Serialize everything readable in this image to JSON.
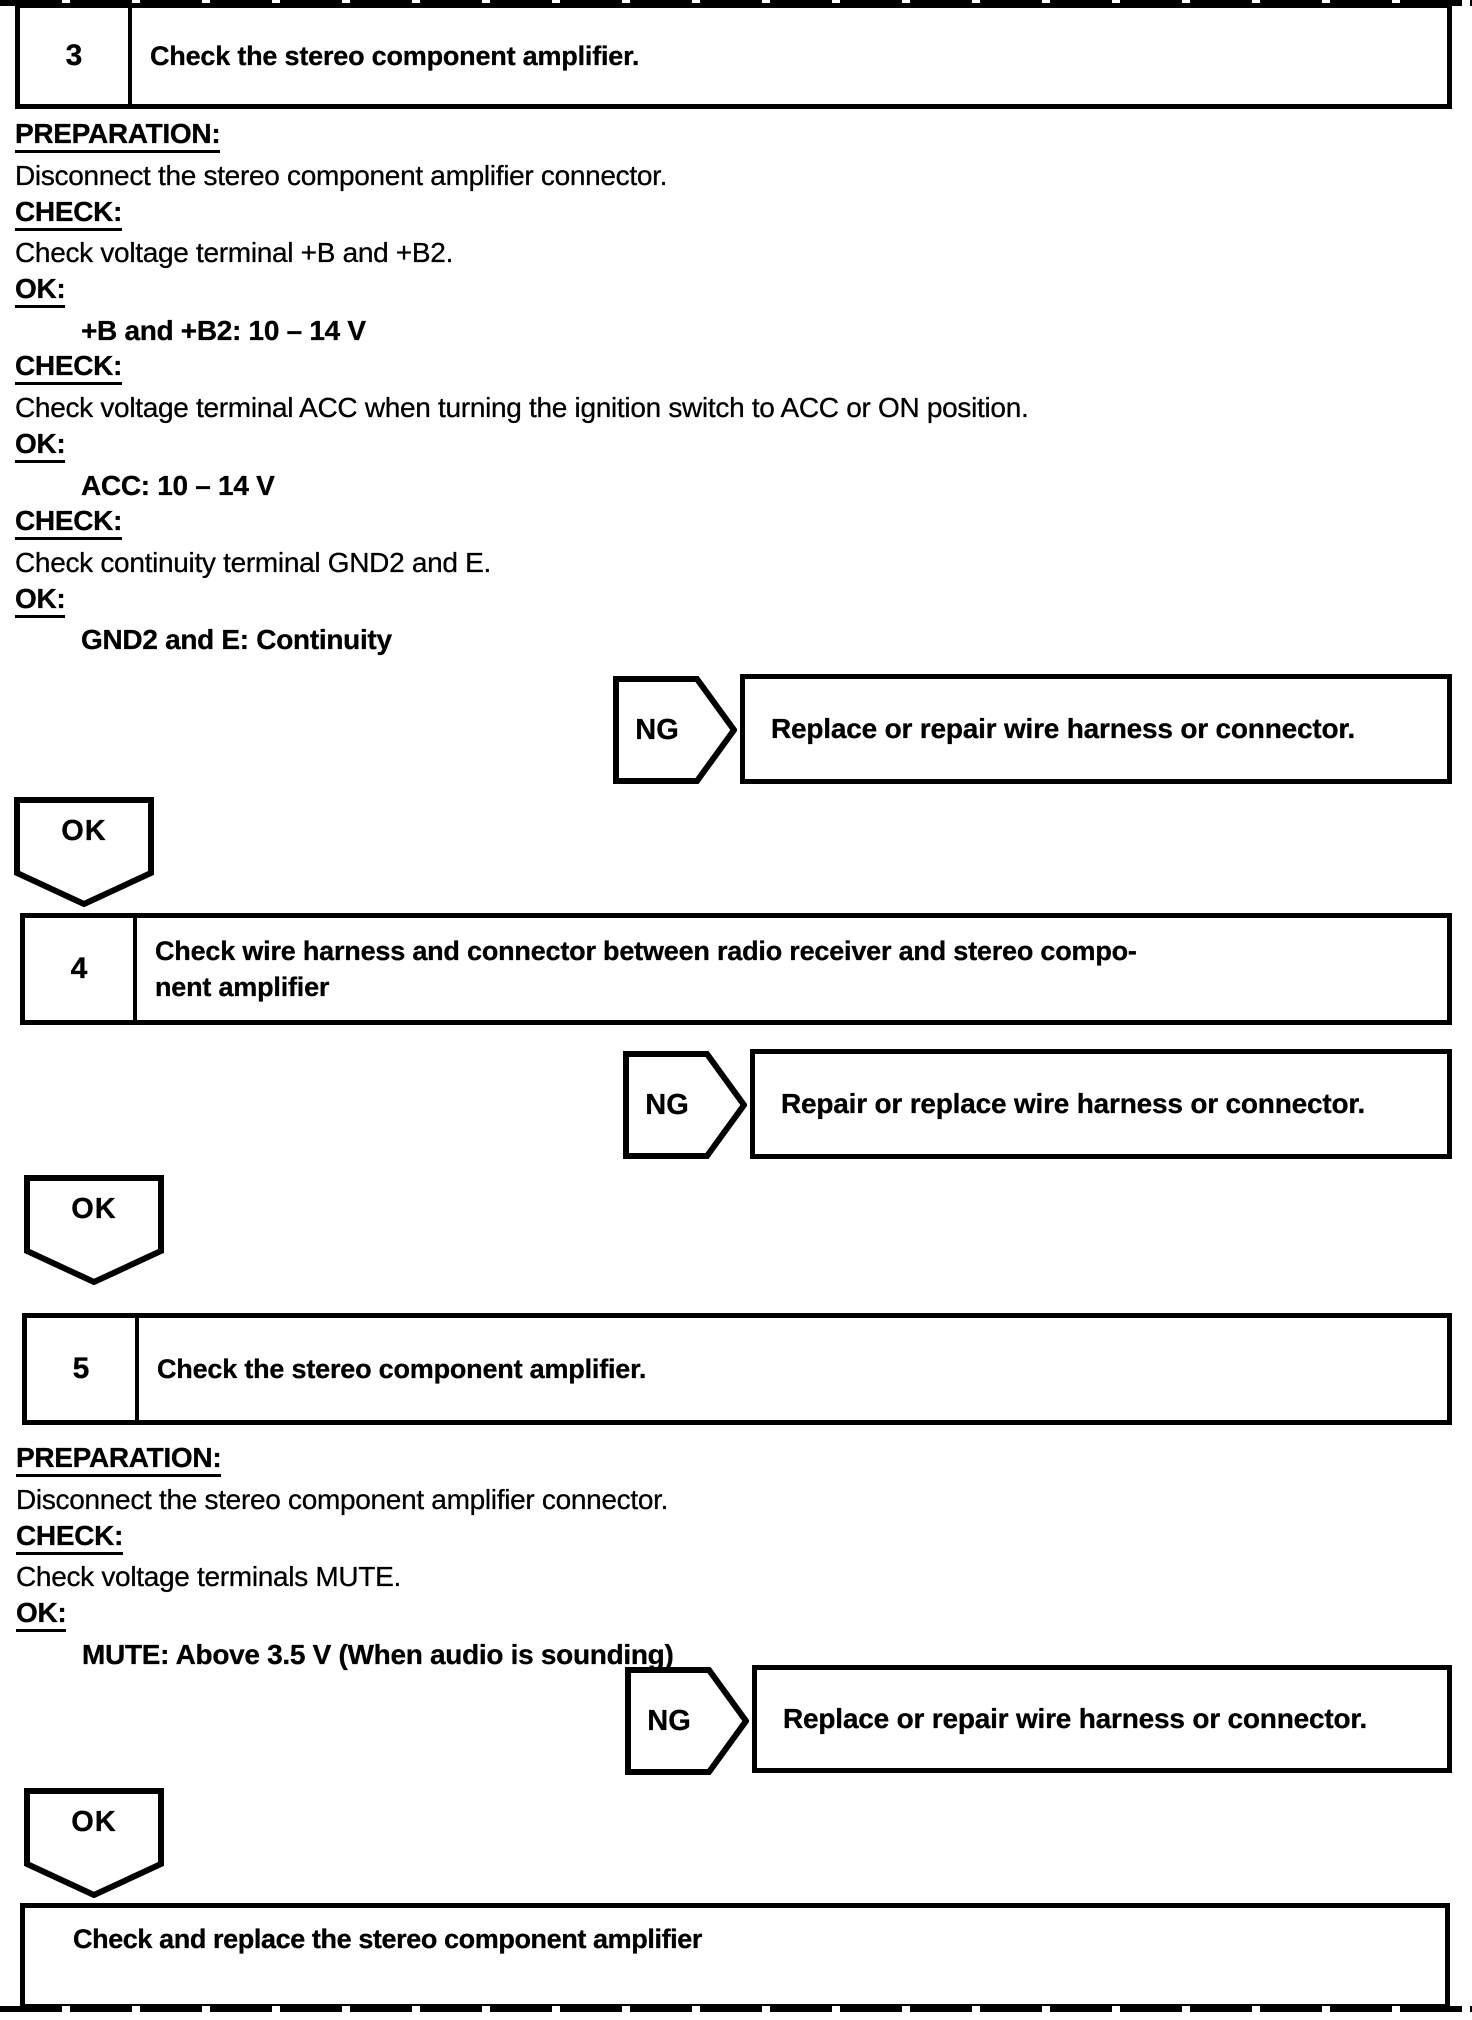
{
  "colors": {
    "ink": "#000000",
    "paper": "#ffffff"
  },
  "step3": {
    "number": "3",
    "title": "Check the stereo component amplifier.",
    "lines": [
      {
        "type": "label",
        "text": "PREPARATION:"
      },
      {
        "type": "body",
        "text": "Disconnect the stereo component amplifier connector."
      },
      {
        "type": "label",
        "text": "CHECK:"
      },
      {
        "type": "body",
        "text": "Check voltage terminal +B and +B2."
      },
      {
        "type": "label",
        "text": "OK:"
      },
      {
        "type": "value",
        "text": "+B and +B2: 10 – 14 V"
      },
      {
        "type": "label",
        "text": "CHECK:"
      },
      {
        "type": "body",
        "text": "Check voltage terminal ACC when turning the ignition switch to ACC or ON position."
      },
      {
        "type": "label",
        "text": "OK:"
      },
      {
        "type": "value",
        "text": "ACC: 10 – 14 V"
      },
      {
        "type": "label",
        "text": "CHECK:"
      },
      {
        "type": "body",
        "text": "Check continuity terminal GND2 and E."
      },
      {
        "type": "label",
        "text": "OK:"
      },
      {
        "type": "value",
        "text": "GND2 and E: Continuity"
      }
    ]
  },
  "ng1": {
    "label": "NG",
    "action": "Replace or repair wire harness or connector."
  },
  "ok1": {
    "label": "OK"
  },
  "step4": {
    "number": "4",
    "title_line1": "Check wire harness and connector between radio receiver and stereo compo-",
    "title_line2": "nent amplifier"
  },
  "ng2": {
    "label": "NG",
    "action": "Repair or replace wire harness or connector."
  },
  "ok2": {
    "label": "OK"
  },
  "step5": {
    "number": "5",
    "title": "Check the stereo component amplifier.",
    "lines": [
      {
        "type": "label",
        "text": "PREPARATION:"
      },
      {
        "type": "body",
        "text": "Disconnect the stereo component amplifier connector."
      },
      {
        "type": "label",
        "text": "CHECK:"
      },
      {
        "type": "body",
        "text": "Check voltage terminals MUTE."
      },
      {
        "type": "label",
        "text": "OK:"
      },
      {
        "type": "value",
        "text": "MUTE: Above 3.5 V (When audio is sounding)"
      }
    ]
  },
  "ng3": {
    "label": "NG",
    "action": "Replace or repair wire harness or connector."
  },
  "ok3": {
    "label": "OK"
  },
  "final_box": {
    "text": "Check and replace the stereo component amplifier"
  }
}
